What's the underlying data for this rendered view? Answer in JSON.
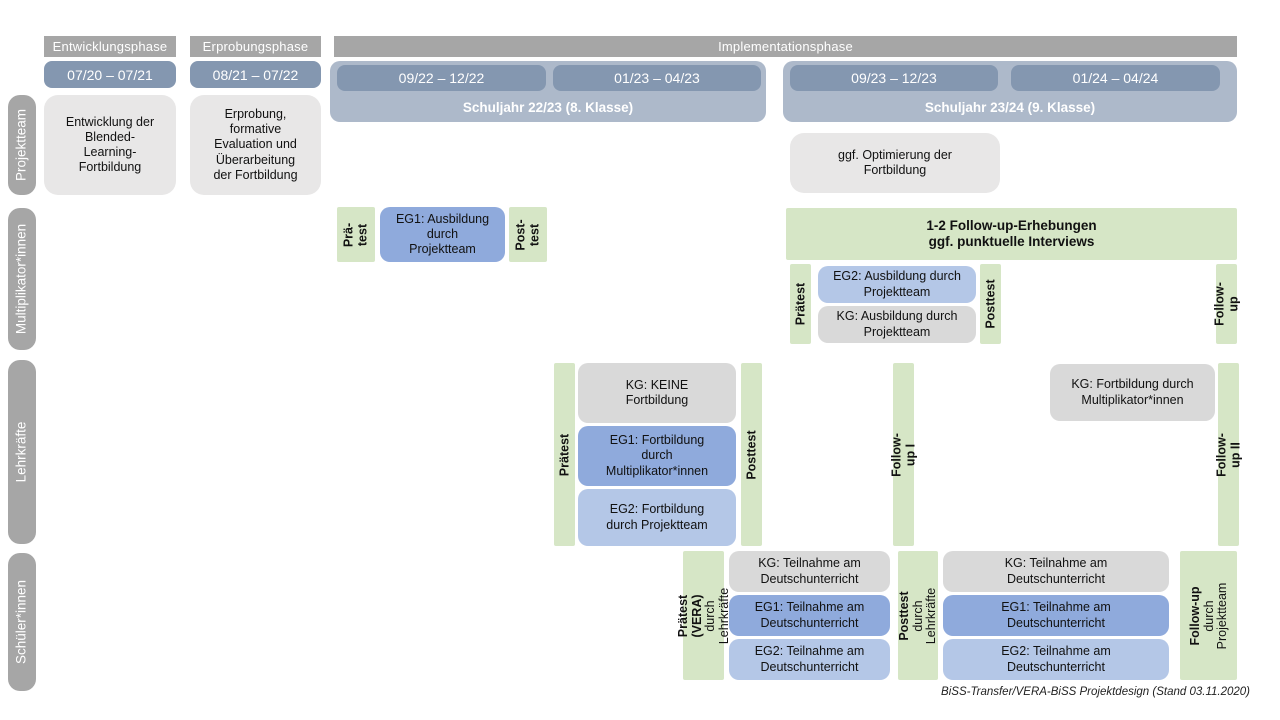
{
  "colors": {
    "phase_header_gray": "#a6a6a6",
    "row_label_gray": "#a6a6a6",
    "period_pill_blue": "#8497b0",
    "school_year_band_blue": "#adb9ca",
    "projektteam_box_gray": "#e8e7e7",
    "kg_box_gray": "#d9d9d9",
    "eg1_box_blue": "#8faadc",
    "eg2_box_blue": "#b4c7e7",
    "test_strip_green": "#d6e6c6"
  },
  "phases": {
    "entwicklung": "Entwicklungsphase",
    "erprobung": "Erprobungsphase",
    "implementation": "Implementationsphase"
  },
  "periods": {
    "p1": "07/20 – 07/21",
    "p2": "08/21 – 07/22",
    "p3": "09/22 – 12/22",
    "p4": "01/23 – 04/23",
    "p5": "09/23 – 12/23",
    "p6": "01/24 – 04/24"
  },
  "school_years": {
    "sy1": "Schuljahr 22/23 (8. Klasse)",
    "sy2": "Schuljahr 23/24 (9. Klasse)"
  },
  "row_labels": {
    "projektteam": "Projektteam",
    "multiplikatoren": "Multiplikator*innen",
    "lehrkraefte": "Lehrkräfte",
    "schueler": "Schüler*innen"
  },
  "projektteam": {
    "entwicklung": "Entwicklung der\nBlended-\nLearning-\nFortbildung",
    "erprobung": "Erprobung,\nformative\nEvaluation und\nÜberarbeitung\nder Fortbildung",
    "optimierung": "ggf. Optimierung der\nFortbildung"
  },
  "multiplikatoren": {
    "praetest1": "Prä-\ntest",
    "eg1": "EG1: Ausbildung\ndurch\nProjektteam",
    "posttest1": "Post-\ntest",
    "followups": "1-2 Follow-up-Erhebungen\nggf. punktuelle Interviews",
    "praetest2": "Prätest",
    "eg2": "EG2: Ausbildung durch\nProjektteam",
    "kg": "KG: Ausbildung durch\nProjektteam",
    "posttest2": "Posttest",
    "followup": "Follow-up"
  },
  "lehrkraefte": {
    "praetest": "Prätest",
    "kg": "KG: KEINE\nFortbildung",
    "eg1": "EG1: Fortbildung\ndurch\nMultiplikator*innen",
    "eg2": "EG2: Fortbildung\ndurch Projektteam",
    "posttest": "Posttest",
    "followup1": "Follow-up I",
    "kg2": "KG: Fortbildung durch\nMultiplikator*innen",
    "followup2": "Follow-up II"
  },
  "schueler": {
    "praetest_main": "Prätest (VERA)",
    "praetest_sub": "durch Lehrkräfte",
    "kg1": "KG: Teilnahme am\nDeutschunterricht",
    "eg1_1": "EG1: Teilnahme am\nDeutschunterricht",
    "eg2_1": "EG2: Teilnahme am\nDeutschunterricht",
    "posttest_main": "Posttest",
    "posttest_sub": "durch Lehrkräfte",
    "kg2": "KG: Teilnahme am\nDeutschunterricht",
    "eg1_2": "EG1: Teilnahme am\nDeutschunterricht",
    "eg2_2": "EG2: Teilnahme am\nDeutschunterricht",
    "followup_main": "Follow-up",
    "followup_sub": "durch\nProjektteam"
  },
  "footer": {
    "caption": "BiSS-Transfer/VERA-BiSS Projektdesign (Stand 03.11.2020)"
  }
}
